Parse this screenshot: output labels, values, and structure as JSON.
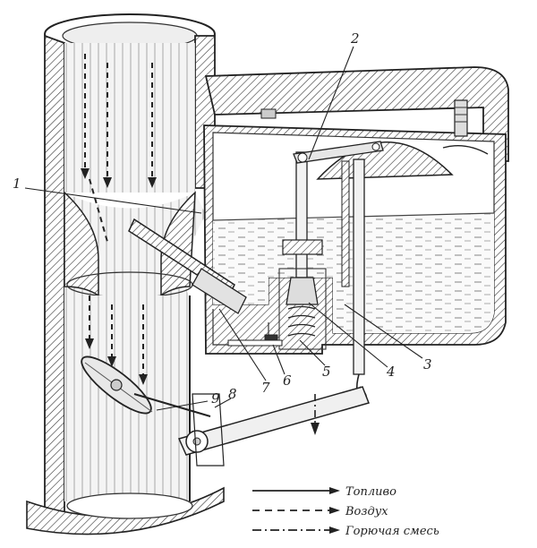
{
  "callouts": {
    "c1": "1",
    "c2": "2",
    "c3": "3",
    "c4": "4",
    "c5": "5",
    "c6": "6",
    "c7": "7",
    "c8": "8",
    "c9": "9"
  },
  "legend": {
    "fuel": "Топливо",
    "air": "Воздух",
    "mixture": "Горючая смесь"
  }
}
